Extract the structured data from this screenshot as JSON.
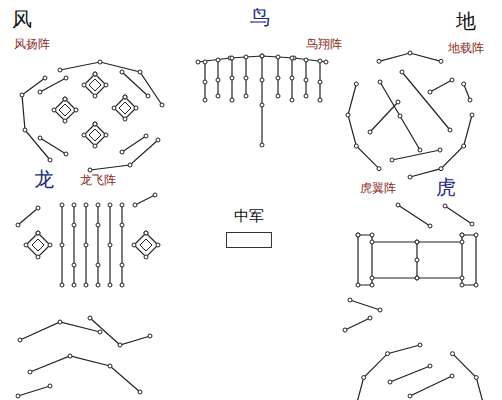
{
  "diagram": {
    "nodes": [
      {
        "text": [
          "中军"
        ]
      }
    ],
    "labels": [
      "风",
      "风扬阵",
      "鸟",
      "鸟翔阵",
      "地",
      "地载阵",
      "龙",
      "龙飞阵",
      "虎翼阵",
      "虎"
    ]
  }
}
